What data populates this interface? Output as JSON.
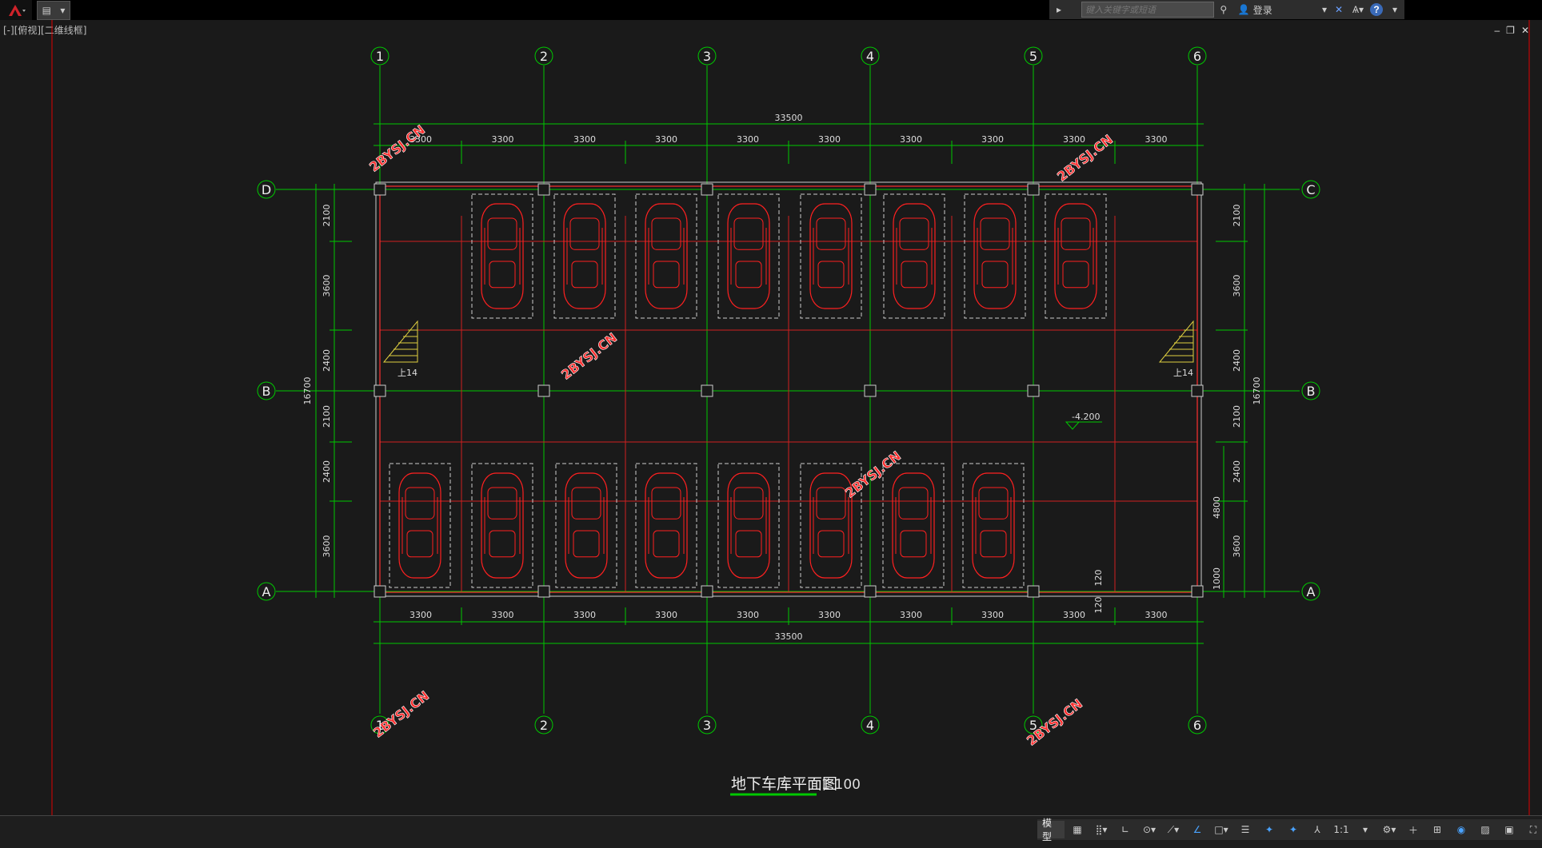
{
  "toolbar": {
    "search_placeholder": "键入关键字或短语",
    "login_label": "登录",
    "help_label": "?"
  },
  "viewport": {
    "label": "[-][俯视][二维线框]"
  },
  "drawing": {
    "grid_cols": [
      "1",
      "2",
      "3",
      "4",
      "5",
      "6"
    ],
    "grid_rows_left": [
      "D",
      "B",
      "A"
    ],
    "grid_rows_right": [
      "C",
      "B",
      "A"
    ],
    "total_width": "33500",
    "bay_dim": "3300",
    "left_dims": [
      "2100",
      "3600",
      "2400",
      "2100",
      "2400",
      "3600"
    ],
    "left_total": "16700",
    "right_dims": [
      "2100",
      "3600",
      "2400",
      "2100",
      "2400",
      "3600"
    ],
    "right_total": "16700",
    "right_sub_4800": "4800",
    "right_sub_1000": "1000",
    "wall_120": "120",
    "stair_label": "上14",
    "level_mark": "-4.200",
    "title": "地下车库平面图",
    "scale": "1:100",
    "watermark": "2BYSJ.CN"
  },
  "status": {
    "model_label": "模型",
    "scale_label": "1:1"
  }
}
